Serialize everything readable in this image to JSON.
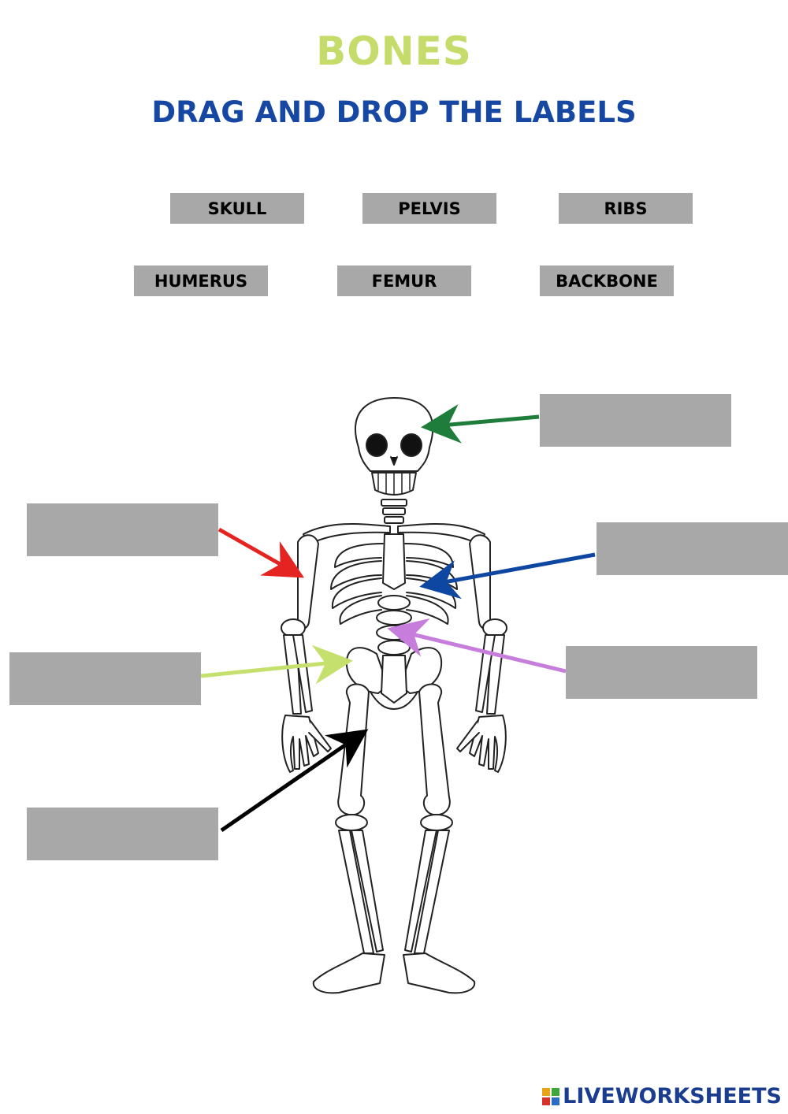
{
  "header": {
    "title": "BONES",
    "subtitle": "DRAG AND DROP THE LABELS"
  },
  "labels": {
    "skull": "SKULL",
    "pelvis": "PELVIS",
    "ribs": "RIBS",
    "humerus": "HUMERUS",
    "femur": "FEMUR",
    "backbone": "BACKBONE"
  },
  "drop_zones": {
    "skull_target": "",
    "humerus_target": "",
    "ribs_target": "",
    "pelvis_target": "",
    "backbone_target": "",
    "femur_target": ""
  },
  "brand": {
    "text": "LIVEWORKSHEETS",
    "icon": "liveworksheets-logo-icon"
  },
  "colors": {
    "title": "#c5dc6a",
    "subtitle": "#1547a3",
    "chip": "#a8a8a8",
    "arrow_skull": "#1e7d3a",
    "arrow_humerus": "#e52421",
    "arrow_ribs": "#0d47a1",
    "arrow_pelvis": "#c6e06e",
    "arrow_backbone": "#c77ddc",
    "arrow_femur": "#000000",
    "brand_text": "#1a3d8f"
  }
}
